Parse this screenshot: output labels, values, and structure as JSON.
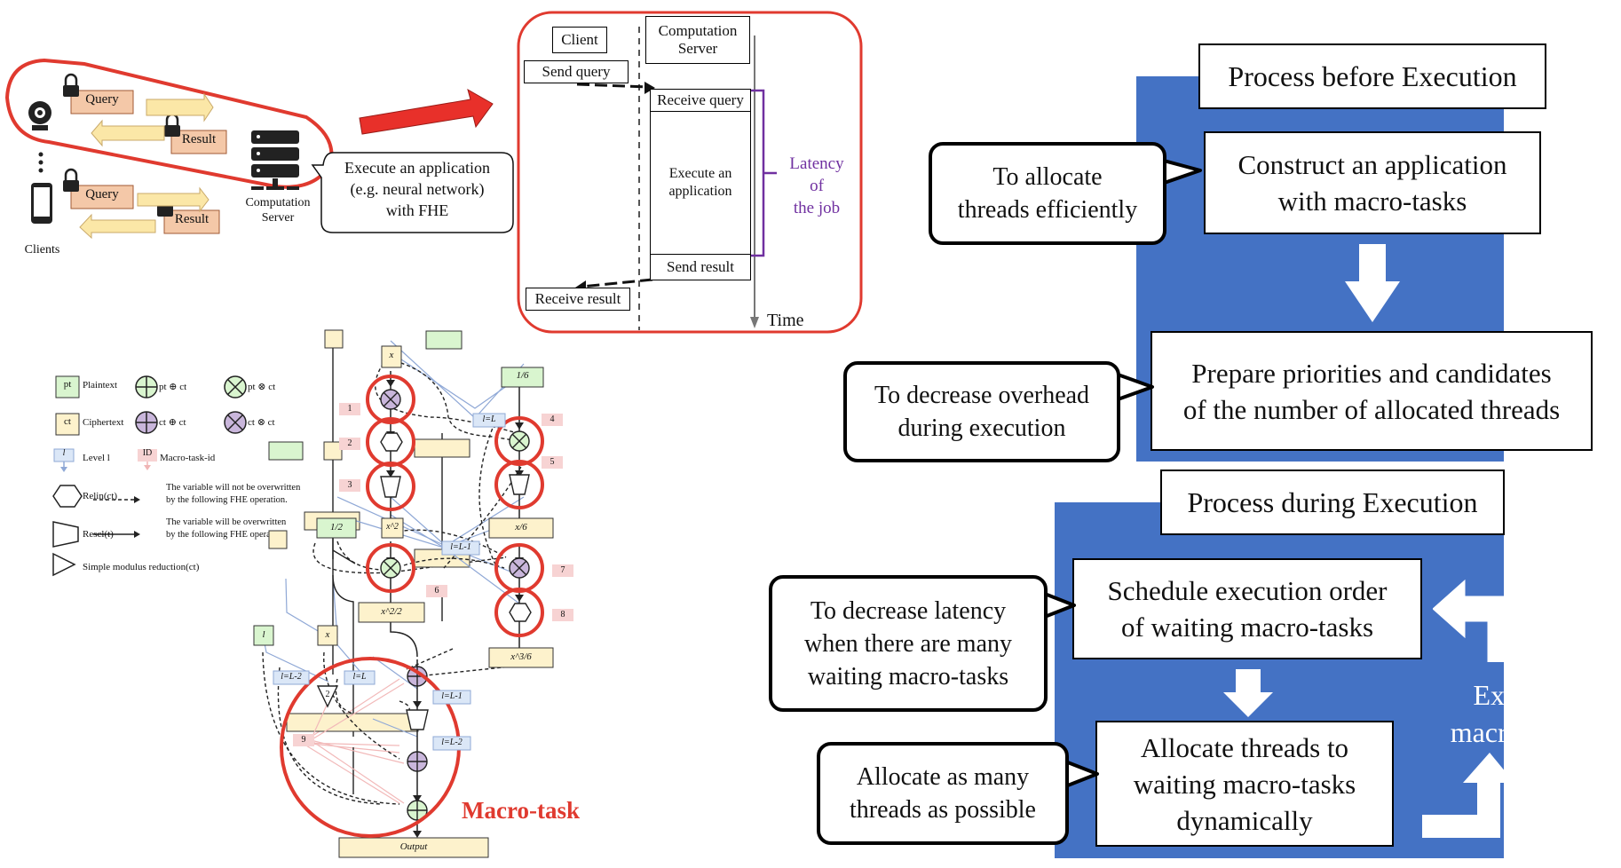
{
  "client_server": {
    "query_label": "Query",
    "result_label": "Result",
    "clients_label": "Clients",
    "server_label": "Computation\nServer",
    "callout_text": "Execute an application\n(e.g. neural network)\nwith FHE"
  },
  "latency": {
    "client_label": "Client",
    "server_label": "Computation\nServer",
    "send_query": "Send query",
    "receive_query": "Receive query",
    "execute_app": "Execute an\napplication",
    "send_result": "Send result",
    "receive_result": "Receive result",
    "latency_label": "Latency\nof\nthe job",
    "time_label": "Time"
  },
  "legend": {
    "pt_tag": "pt",
    "pt_label": "Plaintext",
    "ct_tag": "ct",
    "ct_label": "Ciphertext",
    "pt_add": "pt ⊕ ct",
    "pt_mul": "pt ⊗ ct",
    "ct_add": "ct ⊕ ct",
    "ct_mul": "ct ⊗ ct",
    "level_tag": "l",
    "level_label": "Level  l",
    "id_tag": "ID",
    "id_label": "Macro-task-id",
    "relin_label": "Relin(ct)",
    "rescl_label": "Rescl(t)",
    "smr_label": "Simple modulus reduction(ct)",
    "dashed_label": "The variable will not be overwritten\nby the following FHE operation.",
    "solid_label": "The variable will be overwritten\nby the following FHE operation."
  },
  "graph": {
    "x_top": "x",
    "one_sixth": "1/6",
    "half": "1/2",
    "x_sq": "x^2",
    "x_over_6": "x/6",
    "x_sq_half": "x^2/2",
    "x_cube_6": "x^3/6",
    "l_node": "l",
    "x_node": "x",
    "output": "Output",
    "lvl_L": "l=L",
    "lvl_L1": "l=L-1",
    "lvl_L_b": "l=L",
    "lvl_L2": "l=L-2",
    "lvl_L1_b": "l=L-1",
    "lvl_L2_b": "l=L-2",
    "ids": [
      "1",
      "2",
      "3",
      "4",
      "5",
      "6",
      "7",
      "8",
      "9"
    ],
    "two": "2",
    "macro_task_label": "Macro-task"
  },
  "process": {
    "before_title": "Process before Execution",
    "construct": "Construct an application\nwith macro-tasks",
    "prepare": "Prepare priorities and candidates\nof the number of allocated threads",
    "bubble_allocate": "To allocate\nthreads efficiently",
    "bubble_overhead": "To decrease overhead\nduring execution",
    "during_title": "Process during Execution",
    "schedule": "Schedule execution order\nof waiting macro-tasks",
    "allocate_dyn": "Allocate threads to\nwaiting macro-tasks\ndynamically",
    "bubble_latency": "To decrease latency\nwhen there are many\nwaiting macro-tasks",
    "bubble_many": "Allocate as many\nthreads as possible",
    "execute": "Execute\nmacro-tasks"
  },
  "colors": {
    "panel_blue": "#4472c4",
    "highlight_red": "#e03a2f",
    "pt_green": "#d9f5cf",
    "ct_yellow": "#fdf2cc",
    "level_blue": "#dbe7f7",
    "id_pink": "#f7d3d3",
    "query_box": "#f4c8a8",
    "arrow_yellow": "#fbe7a7",
    "latency_purple": "#7030a0"
  }
}
